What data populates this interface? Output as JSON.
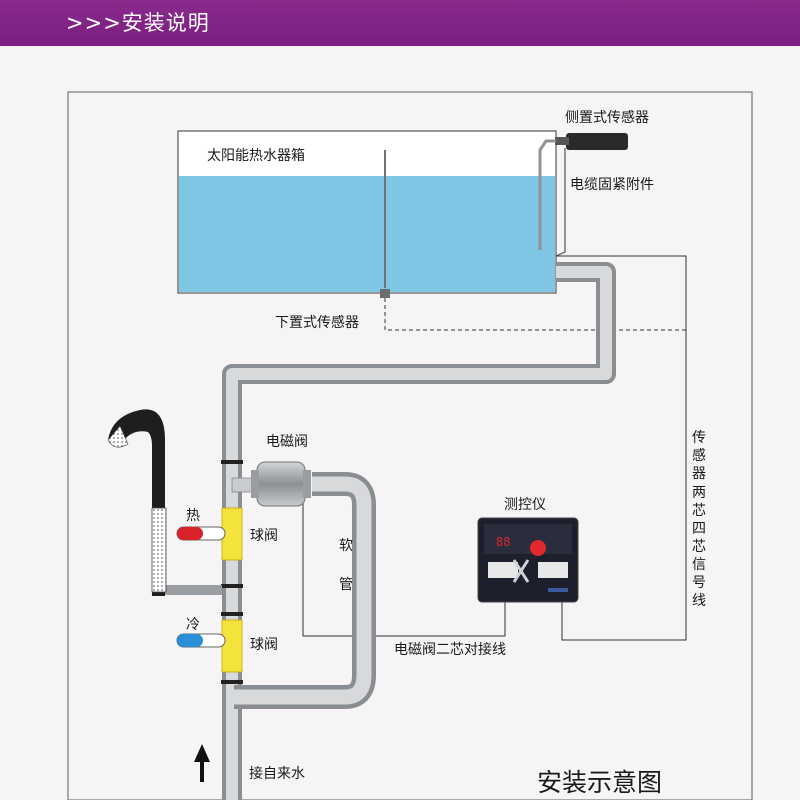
{
  "header": {
    "title": ">>>安装说明"
  },
  "labels": {
    "tank": "太阳能热水器箱",
    "side_sensor": "侧置式传感器",
    "cable_clamp": "电缆固紧附件",
    "bottom_sensor": "下置式传感器",
    "solenoid_valve": "电磁阀",
    "hot": "热",
    "cold": "冷",
    "ball_valve_hot": "球阀",
    "ball_valve_cold": "球阀",
    "hose_1": "软",
    "hose_2": "管",
    "controller": "测控仪",
    "solenoid_cable": "电磁阀二芯对接线",
    "signal_cable": [
      "传",
      "感",
      "器",
      "两",
      "芯",
      "四",
      "芯",
      "信",
      "号",
      "线"
    ],
    "water_inlet": "接自来水",
    "diagram_title": "安装示意图"
  },
  "colors": {
    "header": "#7a1f80",
    "water": "#7fc6e4",
    "pipe": "#b9bcc0",
    "ball_valve": "#f3e33a",
    "hot": "#d8232a",
    "cold": "#2a8fd6",
    "display_red": "#e0282e"
  },
  "icons": [
    "showerhead-icon",
    "water-inlet-arrow-icon",
    "solenoid-valve-icon",
    "controller-unit-icon"
  ]
}
